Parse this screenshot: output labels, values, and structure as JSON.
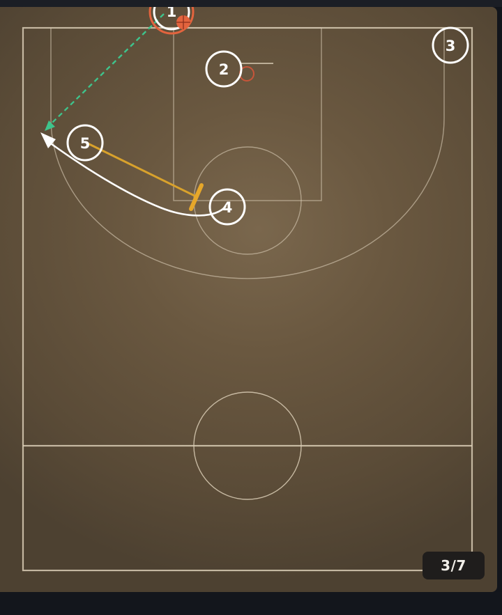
{
  "frame_counter": "3/7",
  "players": [
    {
      "id": "player-1",
      "label": "1",
      "has_ball": true
    },
    {
      "id": "player-2",
      "label": "2",
      "has_ball": false
    },
    {
      "id": "player-3",
      "label": "3",
      "has_ball": false
    },
    {
      "id": "player-4",
      "label": "4",
      "has_ball": false
    },
    {
      "id": "player-5",
      "label": "5",
      "has_ball": false
    }
  ],
  "colors": {
    "court_lines": "#d9ccb5",
    "pass_line": "#3ec48c",
    "cut_line": "#ffffff",
    "screen_line": "#d9a22c",
    "ball": "#e3643e",
    "rim": "#c8553a"
  }
}
